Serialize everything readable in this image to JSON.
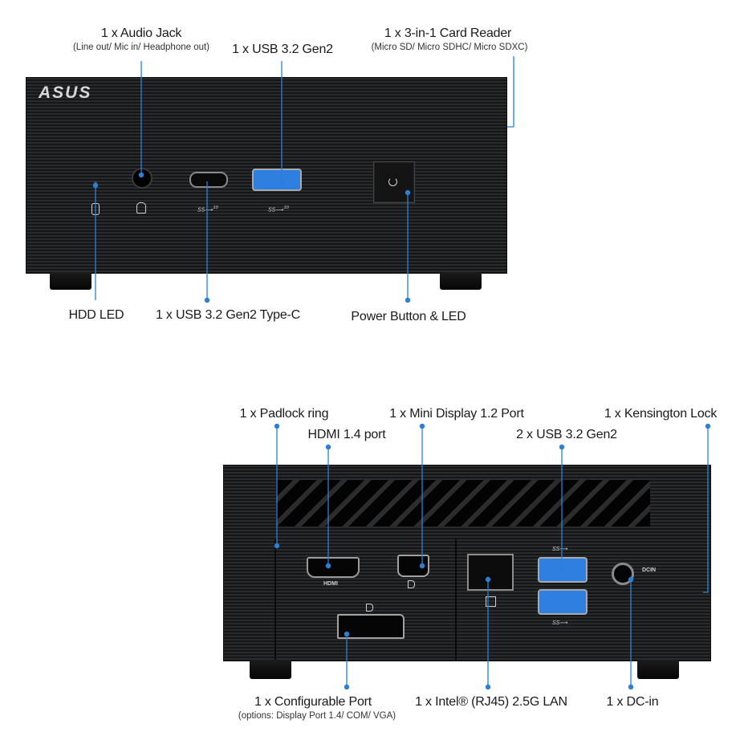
{
  "front": {
    "brand": "ASUS",
    "audio": {
      "title": "1 x Audio Jack",
      "detail": "(Line out/ Mic in/ Headphone out)"
    },
    "usb_a": {
      "title": "1 x USB 3.2 Gen2"
    },
    "card_reader": {
      "title": "1 x 3-in-1 Card Reader",
      "detail": "(Micro SD/ Micro SDHC/ Micro SDXC)"
    },
    "hdd_led": {
      "title": "HDD LED"
    },
    "usb_c": {
      "title": "1 x USB 3.2 Gen2 Type-C"
    },
    "power": {
      "title": "Power Button & LED"
    },
    "usb_mark": "SS⟶",
    "usb_mark_sup": "10"
  },
  "rear": {
    "padlock": {
      "title": "1 x Padlock ring"
    },
    "hdmi": {
      "title": "HDMI 1.4 port",
      "mark": "HDMI"
    },
    "mini_dp": {
      "title": "1 x Mini Display 1.2 Port"
    },
    "usb": {
      "title": "2 x USB 3.2 Gen2"
    },
    "kensington": {
      "title": "1 x Kensington Lock"
    },
    "config": {
      "title": "1 x Configurable Port",
      "detail": "(options: Display Port 1.4/ COM/ VGA)"
    },
    "lan": {
      "title": "1 x Intel® (RJ45) 2.5G LAN"
    },
    "dcin": {
      "title": "1 x DC-in",
      "mark": "DCIN"
    }
  },
  "colors": {
    "callout": "#2b7fd6",
    "usb_blue": "#2f7fe0"
  }
}
